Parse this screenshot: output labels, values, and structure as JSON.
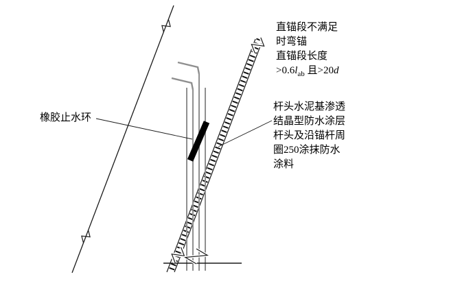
{
  "notes": {
    "bend_anchor": {
      "line1": "直锚段不满足",
      "line2": "时弯锚",
      "line3": "直锚段长度",
      "len_prefix": ">0.6",
      "len_var": "l",
      "len_sub": "ab",
      "len_mid": " 且>20",
      "len_var2": "d"
    },
    "waterstop_label": "橡胶止水环",
    "coating": {
      "line1": "杆头水泥基渗透",
      "line2": "结晶型防水涂层",
      "line3": "杆头及沿锚杆周",
      "line4": "圈250涂抹防水",
      "line5": "涂料"
    }
  },
  "colors": {
    "line": "#1a1a1a",
    "rod_gray": "#8f8f8f",
    "waterstop_black": "#000000",
    "text": "#000000",
    "background": "#ffffff"
  }
}
